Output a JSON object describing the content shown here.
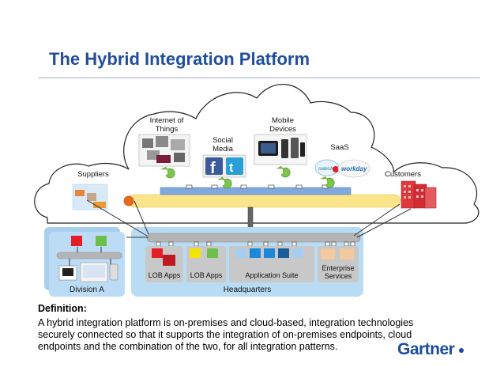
{
  "title": "The Hybrid Integration Platform",
  "cloud_labels": {
    "iot": [
      "Internet of",
      "Things"
    ],
    "social": [
      "Social",
      "Media"
    ],
    "mobile": [
      "Mobile",
      "Devices"
    ],
    "saas": "SaaS",
    "suppliers": "Suppliers",
    "customers": "Customers"
  },
  "boxes": {
    "lob1": "LOB Apps",
    "lob2": "LOB Apps",
    "app_suite": "Application Suite",
    "enterprise": [
      "Enterprise",
      "Services"
    ],
    "division": "Division A",
    "headquarters": "Headquarters"
  },
  "logos": {
    "salesforce": "salesforce",
    "workday": "workday"
  },
  "definition": {
    "heading": "Definition:",
    "body": "A hybrid integration platform is on-premises and cloud-based, integration technologies securely connected so that it supports the integration of on-premises endpoints, cloud endpoints and the combination of the two, for all integration patterns."
  },
  "brand": "Gartner",
  "colors": {
    "title": "#1f4e9c",
    "cloud_bus": "#fbe58a",
    "onprem_bus": "#b4b4b4",
    "onprem_bg": "#b9dcf5",
    "cloud_bar": "#7fa8dc",
    "red": "#e21f26",
    "green": "#6cc04a",
    "yellow": "#f2e600",
    "blue": "#1e88d8"
  }
}
